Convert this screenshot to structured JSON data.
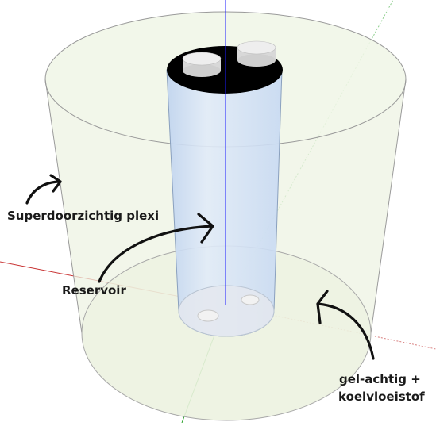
{
  "labels": {
    "plexi": "Superdoorzichtig plexi",
    "reservoir": "Reservoir",
    "gel_line1": "gel-achtig +",
    "gel_line2": "koelvloeistof"
  },
  "colors": {
    "background": "#ffffff",
    "plexi_tint": "#eef3e3",
    "plexi_edge": "#9a9a9a",
    "reservoir_fill": "#cfdff5",
    "reservoir_top": "#000000",
    "fitting": "#dedede",
    "axis_blue": "#1c1cff",
    "axis_red": "#c83232",
    "axis_green": "#2aa12a",
    "arrow": "#111111"
  }
}
